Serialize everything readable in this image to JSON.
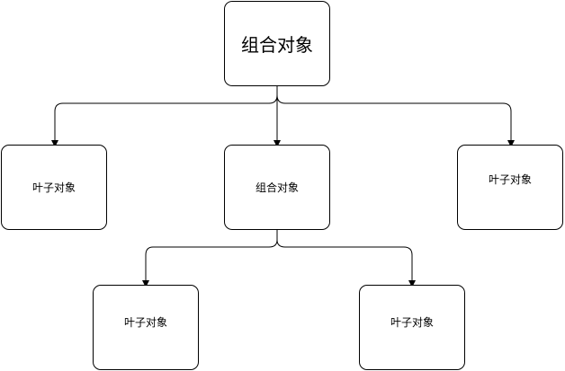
{
  "diagram": {
    "nodes": {
      "root": {
        "label": "组合对象"
      },
      "left_leaf": {
        "label": "叶子对象"
      },
      "middle_composite": {
        "label": "组合对象"
      },
      "right_leaf": {
        "label": "叶子对象"
      },
      "bottom_left_leaf": {
        "label": "叶子对象"
      },
      "bottom_right_leaf": {
        "label": "叶子对象"
      }
    },
    "edges": [
      {
        "from": "root",
        "to": "left_leaf"
      },
      {
        "from": "root",
        "to": "middle_composite"
      },
      {
        "from": "root",
        "to": "right_leaf"
      },
      {
        "from": "middle_composite",
        "to": "bottom_left_leaf"
      },
      {
        "from": "middle_composite",
        "to": "bottom_right_leaf"
      }
    ],
    "colors": {
      "stroke": "#000000",
      "fill": "#ffffff",
      "text": "#000000"
    }
  }
}
